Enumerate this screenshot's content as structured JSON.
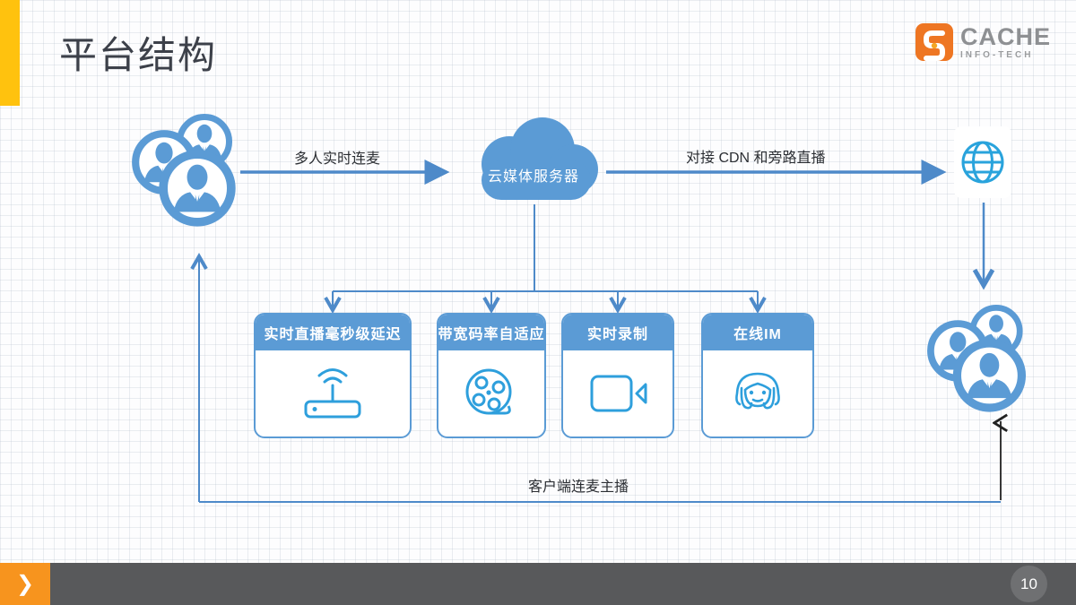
{
  "slide": {
    "title": "平台结构",
    "page_number": "10",
    "nav_chevron": "❯"
  },
  "logo": {
    "brand": "CACHE",
    "tagline": "INFO-TECH"
  },
  "diagram": {
    "cloud": {
      "label": "云媒体服务器"
    },
    "flow_labels": {
      "left_to_cloud": "多人实时连麦",
      "cloud_to_internet": "对接 CDN 和旁路直播",
      "feedback_loop": "客户端连麦主播"
    },
    "boxes": [
      {
        "title": "实时直播毫秒级延迟",
        "icon": "router-icon"
      },
      {
        "title": "带宽码率自适应",
        "icon": "film-reel-icon"
      },
      {
        "title": "实时录制",
        "icon": "video-camera-icon"
      },
      {
        "title": "在线IM",
        "icon": "avatar-icon"
      }
    ],
    "colors": {
      "primary_blue": "#5B9BD5",
      "icon_blue": "#2E9FDC",
      "connector_blue": "#4E8AC9",
      "arrow_black": "#222222",
      "accent_yellow": "#FFC20E",
      "logo_orange": "#EE7623",
      "footer_gray": "#58595B",
      "footer_orange": "#F7941E"
    }
  }
}
